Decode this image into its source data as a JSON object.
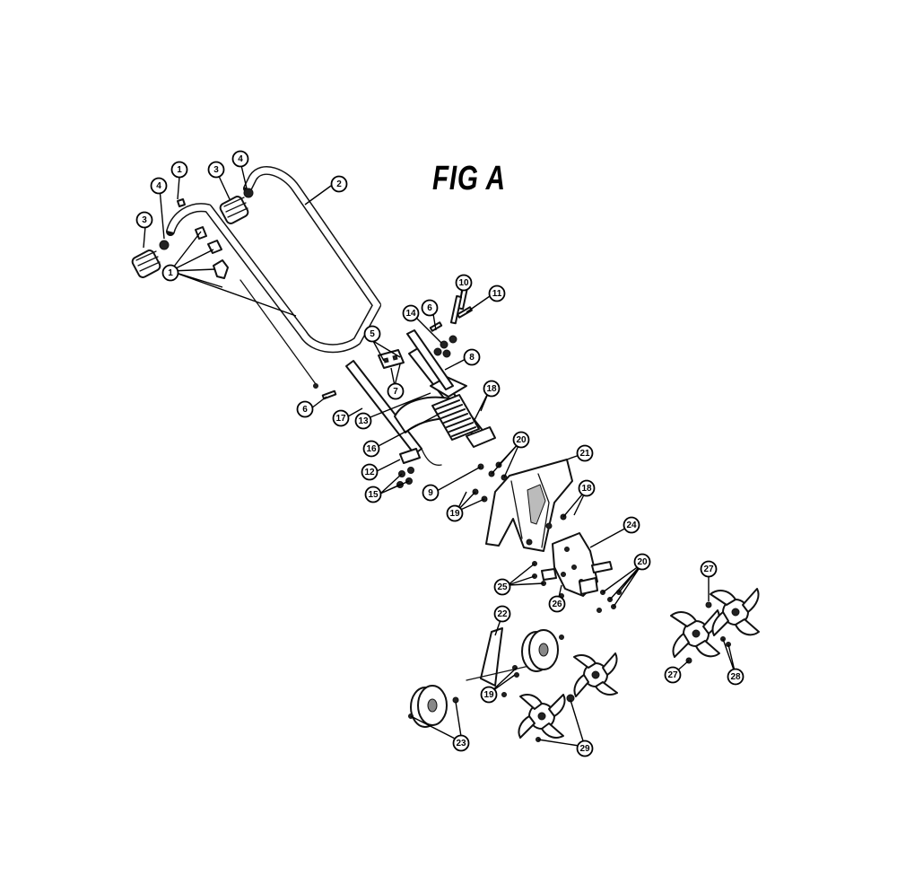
{
  "figure": {
    "title": "FIG A"
  },
  "callouts": [
    {
      "id": "c1a",
      "label": "1"
    },
    {
      "id": "c1b",
      "label": "1"
    },
    {
      "id": "c2",
      "label": "2"
    },
    {
      "id": "c3a",
      "label": "3"
    },
    {
      "id": "c3b",
      "label": "3"
    },
    {
      "id": "c4a",
      "label": "4"
    },
    {
      "id": "c4b",
      "label": "4"
    },
    {
      "id": "c5",
      "label": "5"
    },
    {
      "id": "c6a",
      "label": "6"
    },
    {
      "id": "c6b",
      "label": "6"
    },
    {
      "id": "c7",
      "label": "7"
    },
    {
      "id": "c8",
      "label": "8"
    },
    {
      "id": "c9",
      "label": "9"
    },
    {
      "id": "c10",
      "label": "10"
    },
    {
      "id": "c11",
      "label": "11"
    },
    {
      "id": "c12",
      "label": "12"
    },
    {
      "id": "c13",
      "label": "13"
    },
    {
      "id": "c14",
      "label": "14"
    },
    {
      "id": "c15",
      "label": "15"
    },
    {
      "id": "c16",
      "label": "16"
    },
    {
      "id": "c17",
      "label": "17"
    },
    {
      "id": "c18a",
      "label": "18"
    },
    {
      "id": "c18b",
      "label": "18"
    },
    {
      "id": "c19a",
      "label": "19"
    },
    {
      "id": "c19b",
      "label": "19"
    },
    {
      "id": "c20a",
      "label": "20"
    },
    {
      "id": "c20b",
      "label": "20"
    },
    {
      "id": "c21",
      "label": "21"
    },
    {
      "id": "c22",
      "label": "22"
    },
    {
      "id": "c23",
      "label": "23"
    },
    {
      "id": "c24",
      "label": "24"
    },
    {
      "id": "c25",
      "label": "25"
    },
    {
      "id": "c26",
      "label": "26"
    },
    {
      "id": "c27a",
      "label": "27"
    },
    {
      "id": "c27b",
      "label": "27"
    },
    {
      "id": "c28",
      "label": "28"
    },
    {
      "id": "c29",
      "label": "29"
    }
  ]
}
